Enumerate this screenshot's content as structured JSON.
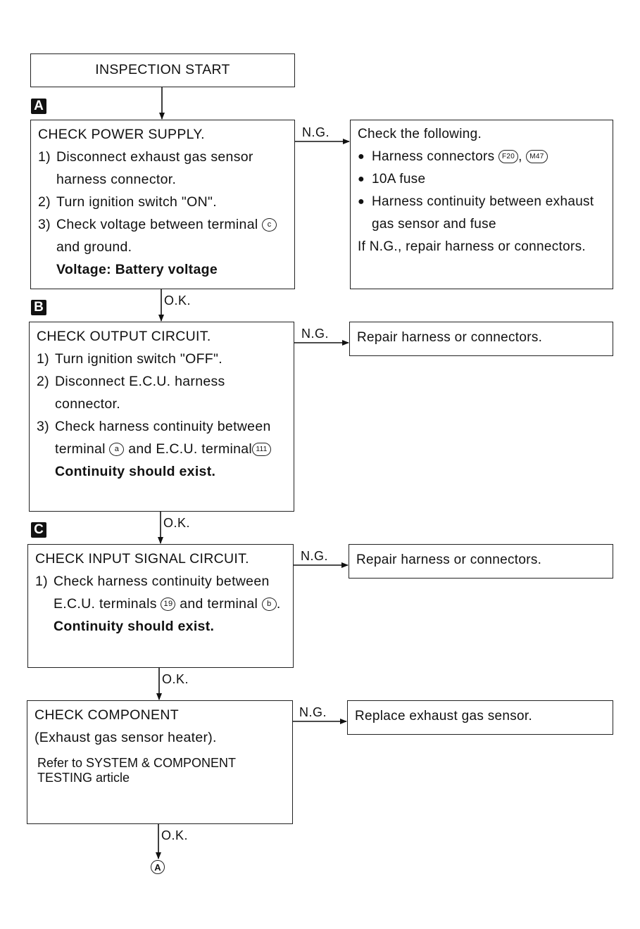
{
  "start": {
    "label": "INSPECTION START"
  },
  "section_labels": [
    "A",
    "B",
    "C"
  ],
  "flow_labels": {
    "ng": "N.G.",
    "ok": "O.K."
  },
  "step_a": {
    "title": "CHECK POWER SUPPLY.",
    "steps": [
      {
        "num": "1)",
        "text": "Disconnect exhaust gas sensor harness connector."
      },
      {
        "num": "2)",
        "text": "Turn ignition switch \"ON\"."
      },
      {
        "num": "3)",
        "text_before": "Check voltage between terminal",
        "terminal": "c",
        "text_after": "and ground."
      }
    ],
    "spec": "Voltage: Battery voltage"
  },
  "result_a": {
    "intro": "Check the following.",
    "bullet1_before": "Harness connectors",
    "connector1": "F20",
    "connector2": "M47",
    "bullet2": "10A fuse",
    "bullet3": "Harness continuity between exhaust gas sensor and fuse",
    "outro": "If N.G., repair harness or connectors."
  },
  "step_b": {
    "title": "CHECK OUTPUT CIRCUIT.",
    "steps": [
      {
        "num": "1)",
        "text": "Turn ignition switch \"OFF\"."
      },
      {
        "num": "2)",
        "text": "Disconnect E.C.U. harness connector."
      },
      {
        "num": "3)",
        "text_before": "Check harness continuity between terminal",
        "terminal": "a",
        "text_mid": "and E.C.U. terminal",
        "terminal2": "111"
      }
    ],
    "spec": "Continuity should exist."
  },
  "result_b": {
    "text": "Repair harness or connectors."
  },
  "step_c": {
    "title": "CHECK INPUT SIGNAL CIRCUIT.",
    "steps": [
      {
        "num": "1)",
        "text_before": "Check harness continuity between E.C.U. terminals",
        "terminal": "19",
        "text_mid": "and terminal",
        "terminal2": "b"
      }
    ],
    "spec": "Continuity should exist."
  },
  "result_c": {
    "text": "Repair harness or connectors."
  },
  "step_d": {
    "title": "CHECK COMPONENT",
    "subtitle": "(Exhaust gas sensor heater).",
    "note": "Refer to SYSTEM & COMPONENT TESTING article"
  },
  "result_d": {
    "text": "Replace exhaust gas sensor."
  },
  "end_connector": "A"
}
